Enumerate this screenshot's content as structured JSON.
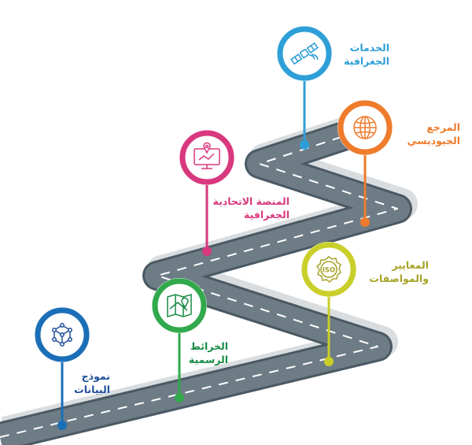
{
  "colors": {
    "road": "#6e7c86",
    "road_edge": "#4a5963",
    "road_shadow": "#d9dde0",
    "lane": "#ffffff"
  },
  "milestones": [
    {
      "id": "geo-services",
      "line1": "الخدمات",
      "line2": "الجغرافية",
      "color": "#2f9fd8",
      "icon": "satellite-icon"
    },
    {
      "id": "geodetic-reference",
      "line1": "المرجع",
      "line2": "الجيوديسي",
      "color": "#ef7b2c",
      "icon": "globe-icon"
    },
    {
      "id": "national-geo-platform",
      "line1": "المنصة الاتحادية",
      "line2": "الجغرافية",
      "color": "#d8387e",
      "icon": "monitor-map-icon"
    },
    {
      "id": "standards-specs",
      "line1": "المعايير",
      "line2": "والمواصفات",
      "color": "#a6a327",
      "ring": "#c9cf2a",
      "icon": "iso-seal-icon",
      "icon_text": "ISO"
    },
    {
      "id": "official-maps",
      "line1": "الخرائط",
      "line2": "الرسمية",
      "color": "#168a45",
      "ring": "#31a94c",
      "icon": "folded-map-icon"
    },
    {
      "id": "data-model",
      "line1": "نموذج",
      "line2": "البيانات",
      "color": "#1f4f9c",
      "ring": "#1b6fb8",
      "icon": "network-cube-icon"
    }
  ]
}
